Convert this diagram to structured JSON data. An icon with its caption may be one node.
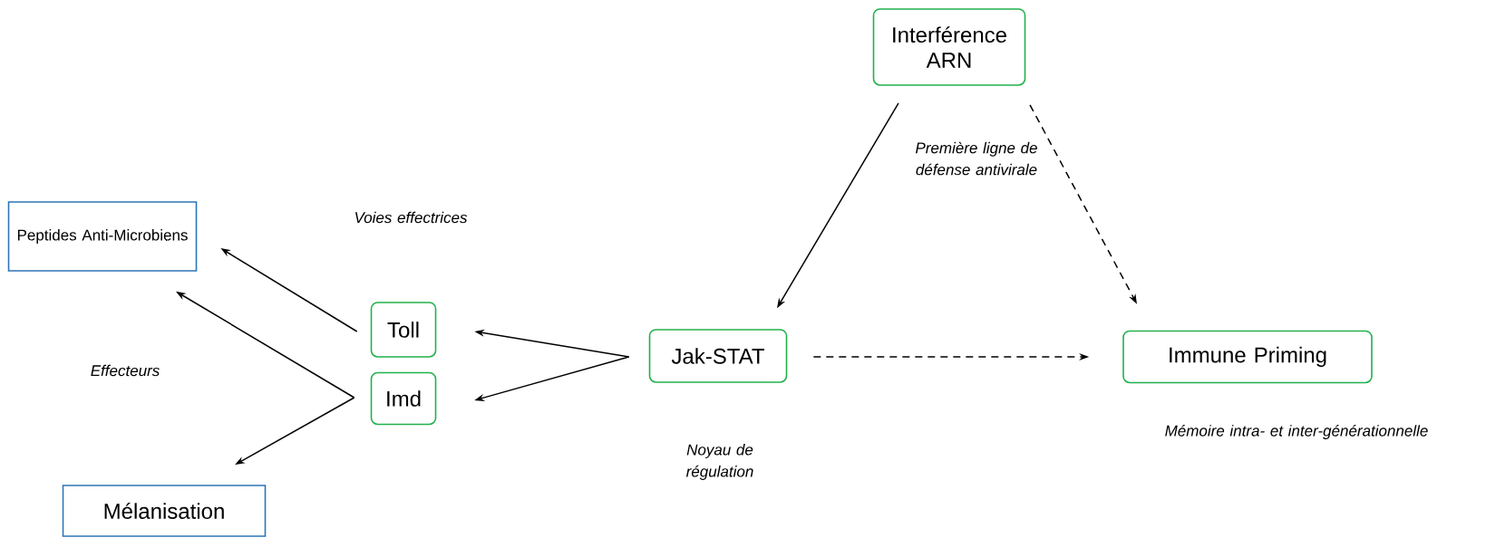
{
  "diagram": {
    "nodes": [
      {
        "text": [
          "Interférence ARN"
        ]
      },
      {
        "text": [
          "Peptides Anti-Microbiens"
        ]
      },
      {
        "text": [
          "Toll"
        ]
      },
      {
        "text": [
          "Jak-STAT"
        ]
      },
      {
        "text": [
          "Immune Priming"
        ]
      },
      {
        "text": [
          "Imd"
        ]
      },
      {
        "text": [
          "Mélanisation"
        ]
      }
    ],
    "edges": [
      {
        "from": 0,
        "to": 3,
        "arrow": "to"
      },
      {
        "from": 0,
        "to": 4,
        "arrow": "to",
        "style": "dashed"
      },
      {
        "from": 3,
        "to": 4,
        "arrow": "to",
        "style": "dashed"
      },
      {
        "from": 3,
        "to": 2,
        "arrow": "to"
      },
      {
        "from": 3,
        "to": 5,
        "arrow": "to"
      },
      {
        "from": 2,
        "to": 1,
        "arrow": "to"
      },
      {
        "from": 5,
        "to": 1,
        "arrow": "to"
      },
      {
        "from": 5,
        "to": 6,
        "arrow": "to"
      }
    ],
    "labels": [
      "Première ligne de défense antivirale",
      "Voies effectrices",
      "Effecteurs",
      "Noyau de régulation",
      "Mémoire intra- et inter-générationnelle"
    ]
  }
}
